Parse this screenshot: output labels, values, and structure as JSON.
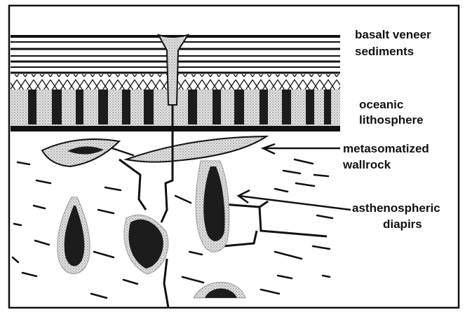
{
  "labels": {
    "basalt": "basalt veneer",
    "sediments": "sediments",
    "oceanic": "oceanic",
    "lithosphere": "lithosphere",
    "metasomatized": "metasomatized",
    "wallrock": "wallrock",
    "asthenospheric": "asthenospheric",
    "diapirs": "diapirs"
  },
  "colors": {
    "ink": "#111111",
    "stipple": "#bdbdbd",
    "dark_fill": "#1c1c1c",
    "background": "#ffffff"
  }
}
